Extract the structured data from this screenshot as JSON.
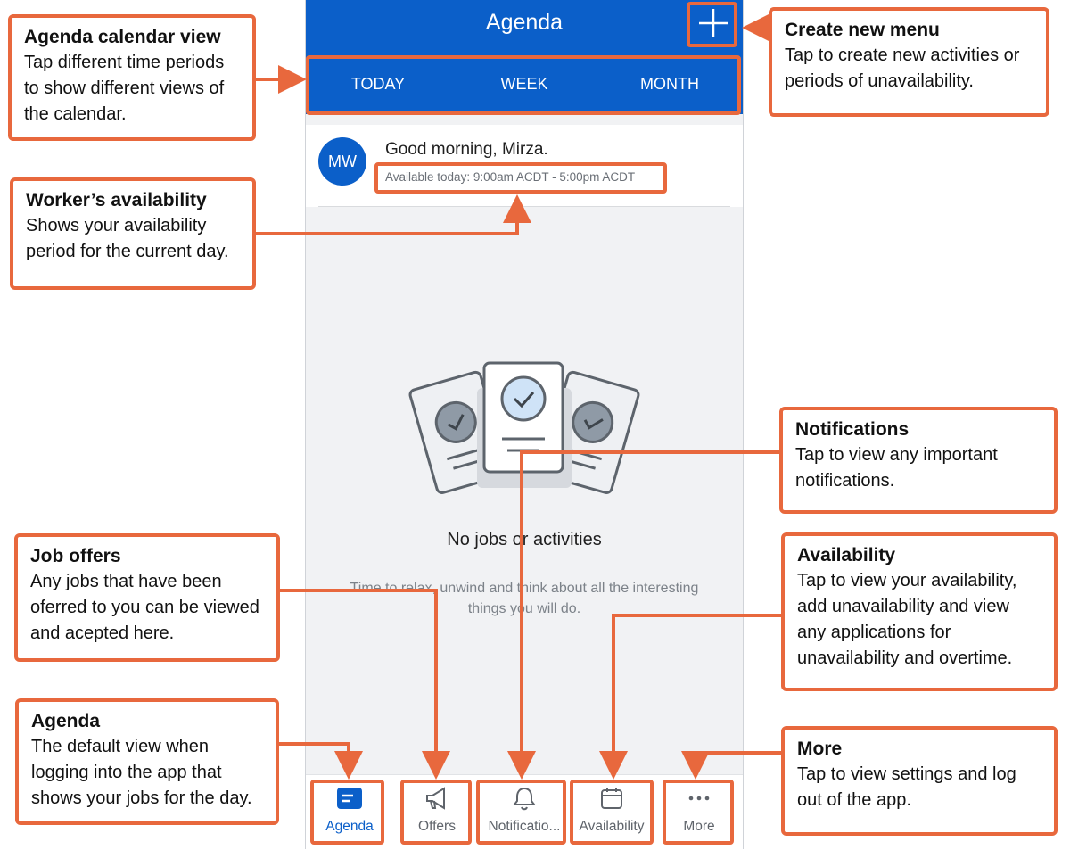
{
  "app": {
    "title": "Agenda",
    "tabs": [
      {
        "label": "TODAY",
        "selected": true
      },
      {
        "label": "WEEK"
      },
      {
        "label": "MONTH"
      }
    ],
    "greeting": {
      "avatar_initials": "MW",
      "text": "Good morning, Mirza.",
      "availability": "Available today: 9:00am ACDT - 5:00pm ACDT"
    },
    "empty_state": {
      "title": "No jobs or activities",
      "subtitle": "Time to relax, unwind and think about all the interesting things you will do."
    },
    "bottom_nav": [
      {
        "label": "Agenda",
        "icon": "agenda-icon",
        "active": true
      },
      {
        "label": "Offers",
        "icon": "megaphone-icon"
      },
      {
        "label": "Notificatio...",
        "icon": "bell-icon"
      },
      {
        "label": "Availability",
        "icon": "calendar-icon"
      },
      {
        "label": "More",
        "icon": "more-dots-icon"
      }
    ]
  },
  "callouts": {
    "calendar_view": {
      "title": "Agenda calendar view",
      "body": "Tap different time periods to show different views of the calendar."
    },
    "availability_worker": {
      "title": "Worker’s availability",
      "body": "Shows your availability period for the current day."
    },
    "create_menu": {
      "title": "Create new menu",
      "body": "Tap to create new activities or periods of unavailability."
    },
    "notifications": {
      "title": "Notifications",
      "body": "Tap to view any important notifications."
    },
    "job_offers": {
      "title": "Job offers",
      "body": "Any jobs that have been oferred to you can be viewed  and acepted here."
    },
    "availability_tab": {
      "title": "Availability",
      "body": "Tap to view your availability, add unavailability and view any applications for unavailability and overtime."
    },
    "agenda": {
      "title": "Agenda",
      "body": "The default view when logging into the app that shows your jobs for the day."
    },
    "more": {
      "title": "More",
      "body": "Tap to view settings and log out of the app."
    }
  },
  "colors": {
    "brand_blue": "#0b5fc9",
    "highlight_orange": "#e8683d",
    "background": "#f1f2f4"
  }
}
